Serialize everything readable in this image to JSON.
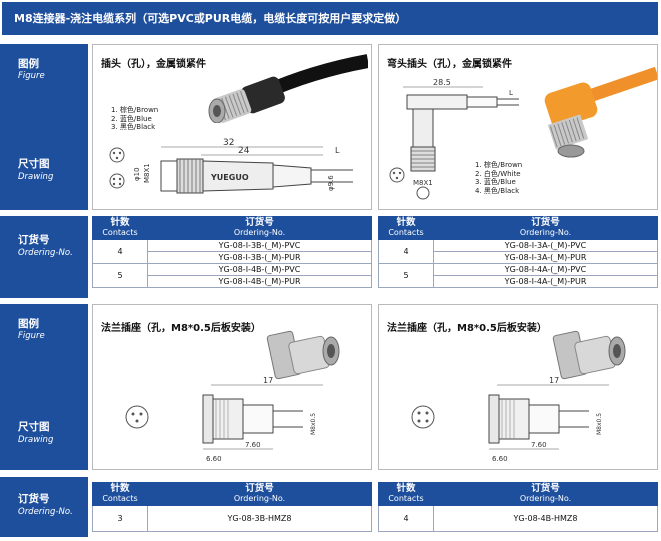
{
  "header": {
    "title": "M8连接器-浇注电缆系列（可选PVC或PUR电缆，电缆长度可按用户要求定做）"
  },
  "side_labels": {
    "figure_cn": "图例",
    "figure_en": "Figure",
    "drawing_cn": "尺寸图",
    "drawing_en": "Drawing",
    "ordering_cn": "订货号",
    "ordering_en": "Ordering-No."
  },
  "table_headers": {
    "pins_cn": "针数",
    "pins_en": "Contacts",
    "order_cn": "订货号",
    "order_en": "Ordering-No."
  },
  "section1": {
    "left": {
      "title": "插头（孔），金属锁紧件",
      "legend": [
        "1. 棕色/Brown",
        "2. 蓝色/Blue",
        "3. 黑色/Black"
      ],
      "brand": "YUEGUO",
      "dims": {
        "d1": "32",
        "d2": "24",
        "d3": "L",
        "m": "M8X1",
        "dia1": "φ10",
        "dia2": "φ9.6"
      },
      "rows": [
        {
          "pins": "4",
          "orders": [
            "YG-08-I-3B-(_M)-PVC",
            "YG-08-I-3B-(_M)-PUR"
          ]
        },
        {
          "pins": "5",
          "orders": [
            "YG-08-I-4B-(_M)-PVC",
            "YG-08-I-4B-(_M)-PUR"
          ]
        }
      ]
    },
    "right": {
      "title": "弯头插头（孔），金属锁紧件",
      "legend": [
        "1. 棕色/Brown",
        "2. 白色/White",
        "3. 蓝色/Blue",
        "4. 黑色/Black"
      ],
      "dims": {
        "d1": "28.5",
        "d2": "L",
        "m": "M8X1"
      },
      "rows": [
        {
          "pins": "4",
          "orders": [
            "YG-08-I-3A-(_M)-PVC",
            "YG-08-I-3A-(_M)-PUR"
          ]
        },
        {
          "pins": "5",
          "orders": [
            "YG-08-I-4A-(_M)-PVC",
            "YG-08-I-4A-(_M)-PUR"
          ]
        }
      ]
    }
  },
  "section2": {
    "left": {
      "title": "法兰插座（孔，M8*0.5后板安装）",
      "dims": {
        "d1": "17",
        "d2": "6.60",
        "d3": "7.60",
        "d4": "M8x0.5"
      },
      "rows": [
        {
          "pins": "3",
          "orders": [
            "YG-08-3B-HMZ8"
          ]
        }
      ]
    },
    "right": {
      "title": "法兰插座（孔，M8*0.5后板安装）",
      "dims": {
        "d1": "17",
        "d2": "6.60",
        "d3": "7.60",
        "d4": "M8x0.5"
      },
      "rows": [
        {
          "pins": "4",
          "orders": [
            "YG-08-4B-HMZ8"
          ]
        }
      ]
    }
  }
}
